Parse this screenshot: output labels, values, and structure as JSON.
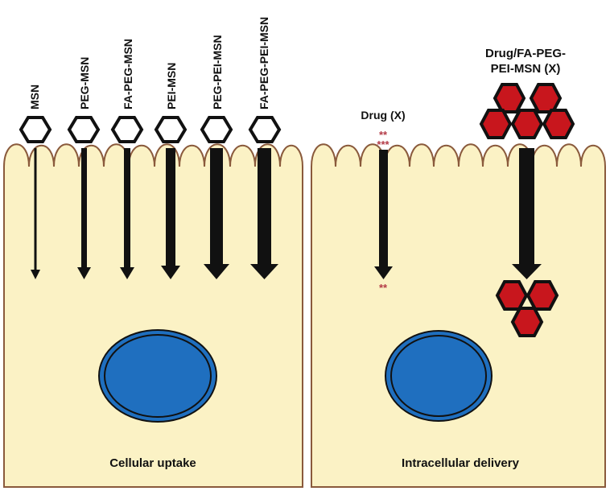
{
  "colors": {
    "cell_fill": "#fbf2c5",
    "cell_stroke": "#8a5a3c",
    "nucleus_fill": "#1f6fbf",
    "nucleus_stroke": "#111111",
    "arrow": "#111111",
    "drug_fill": "#c8161d",
    "drug_stroke": "#111111",
    "star": "#b33a46"
  },
  "left_panel": {
    "caption": "Cellular uptake",
    "particles": [
      {
        "label": "MSN"
      },
      {
        "label": "PEG-MSN"
      },
      {
        "label": "FA-PEG-MSN"
      },
      {
        "label": "PEI-MSN"
      },
      {
        "label": "PEG-PEI-MSN"
      },
      {
        "label": "FA-PEG-PEI-MSN"
      }
    ]
  },
  "right_panel": {
    "caption": "Intracellular delivery",
    "free_drug_label": "Drug (X)",
    "free_drug_stars_top_1": "**",
    "free_drug_stars_top_2": "***",
    "free_drug_stars_bottom": "**",
    "complex_label_line1": "Drug/FA-PEG-",
    "complex_label_line2": "PEI-MSN (X)"
  },
  "icons": {
    "particle": "hexagon-outline-icon",
    "drug_particle": "hexagon-filled-red-icon"
  }
}
